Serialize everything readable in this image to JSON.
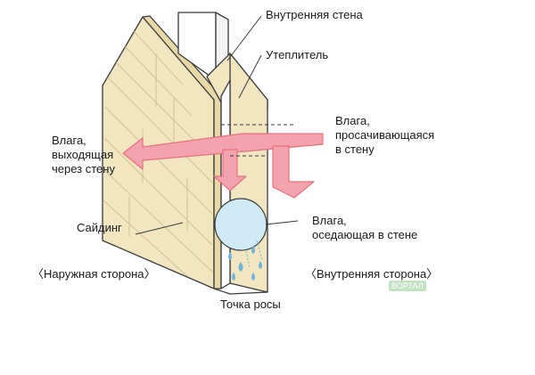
{
  "labels": {
    "inner_wall": "Внутренняя стена",
    "insulation": "Утеплитель",
    "moisture_seeping": [
      "Влага,",
      "просачивающаяся",
      "в стену"
    ],
    "moisture_exiting": [
      "Влага,",
      "выходящая",
      "через стену"
    ],
    "moisture_settling": [
      "Влага,",
      "оседающая в стене"
    ],
    "siding": "Сайдинг",
    "outer_side": "〈Наружная сторона〉",
    "inner_side": "〈Внутренняя сторона〉",
    "dew_point": "Точка росы"
  },
  "watermark": "ВОРТАЛ",
  "colors": {
    "siding_face": "#f1e6c0",
    "siding_side": "#e7d8a6",
    "insulation": "#ffffff",
    "arrow_fill": "#f2a3ad",
    "arrow_stroke": "#e8707e",
    "bubble": "#cfe9f6",
    "drop": "#6fb4dc",
    "outline": "#3a3a3a"
  }
}
